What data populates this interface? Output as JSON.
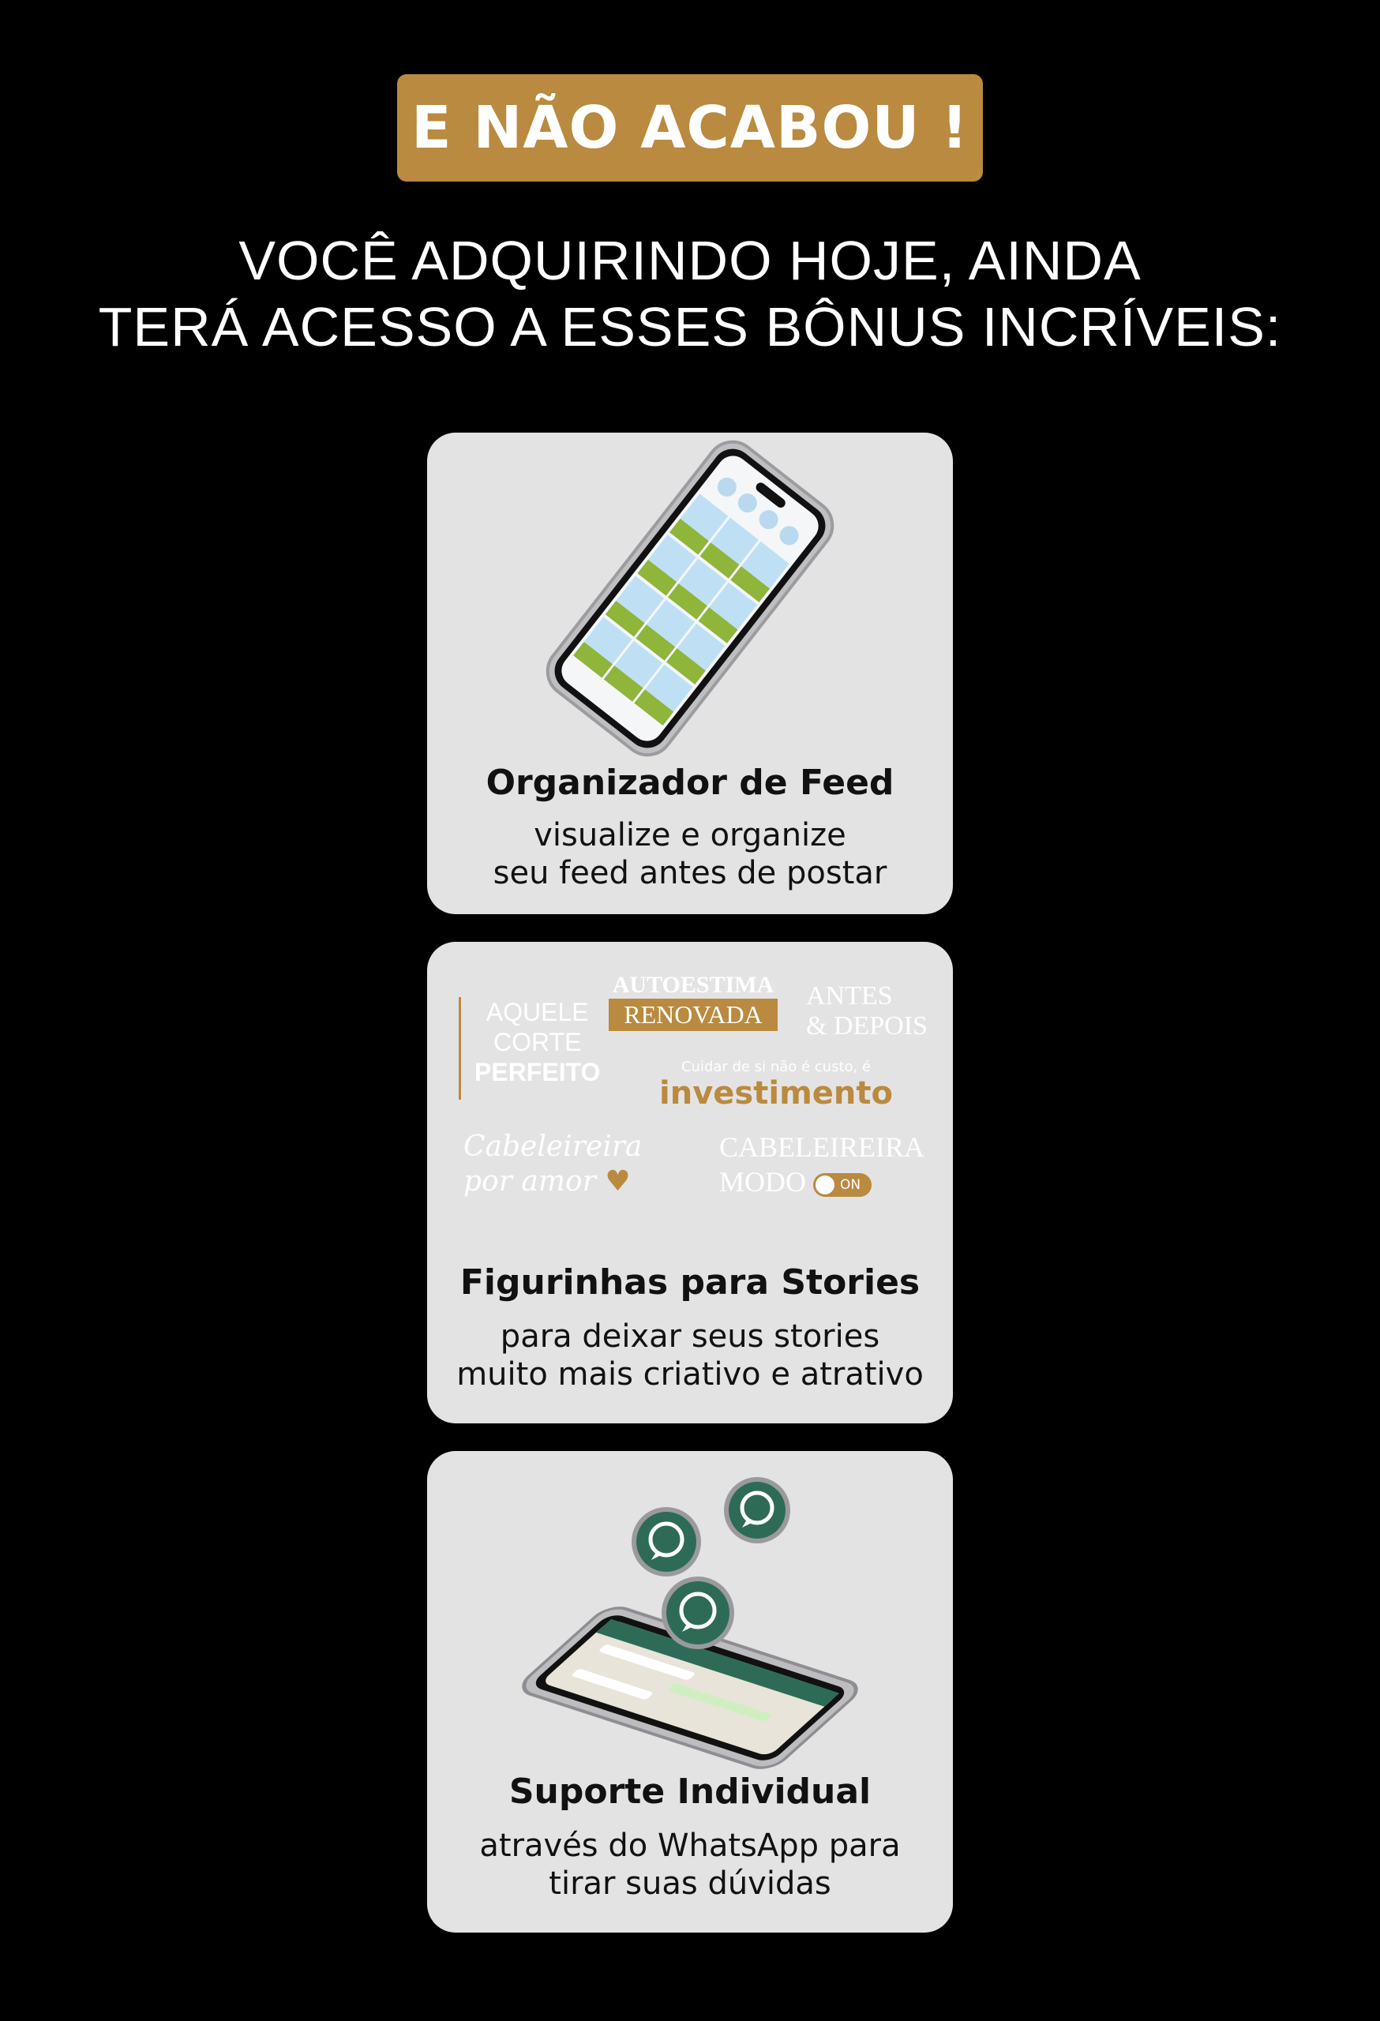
{
  "badge": "E NÃO ACABOU !",
  "headline": {
    "line1": "VOCÊ ADQUIRINDO HOJE, AINDA",
    "line2": "TERÁ ACESSO A ESSES BÔNUS INCRÍVEIS:"
  },
  "colors": {
    "accent": "#B98A3F",
    "card_bg": "#E4E3E4",
    "background": "#000000",
    "whatsapp": "#2E6B56"
  },
  "cards": [
    {
      "title": "Organizador de Feed",
      "desc_line1": "visualize e organize",
      "desc_line2": "seu feed antes de postar",
      "icon": "phone-feed-icon"
    },
    {
      "title": "Figurinhas para Stories",
      "desc_line1": "para deixar seus stories",
      "desc_line2": "muito mais criativo e atrativo",
      "stickers": {
        "s1_line1": "AQUELE",
        "s1_line2": "CORTE",
        "s1_line3": "PERFEITO",
        "s2_line1": "AUTOESTIMA",
        "s2_line2": "RENOVADA",
        "s3_line1": "ANTES",
        "s3_line2": "& DEPOIS",
        "s4_line1": "Cuidar de si não é custo, é",
        "s4_line2": "investimento",
        "s5_line1": "Cabeleireira",
        "s5_line2": "por amor",
        "s6_line1": "CABELEIREIRA",
        "s6_line2": "MODO",
        "s6_toggle": "ON"
      }
    },
    {
      "title": "Suporte Individual",
      "desc_line1": "através do WhatsApp para",
      "desc_line2": "tirar suas dúvidas",
      "icon": "whatsapp-phone-icon"
    }
  ]
}
